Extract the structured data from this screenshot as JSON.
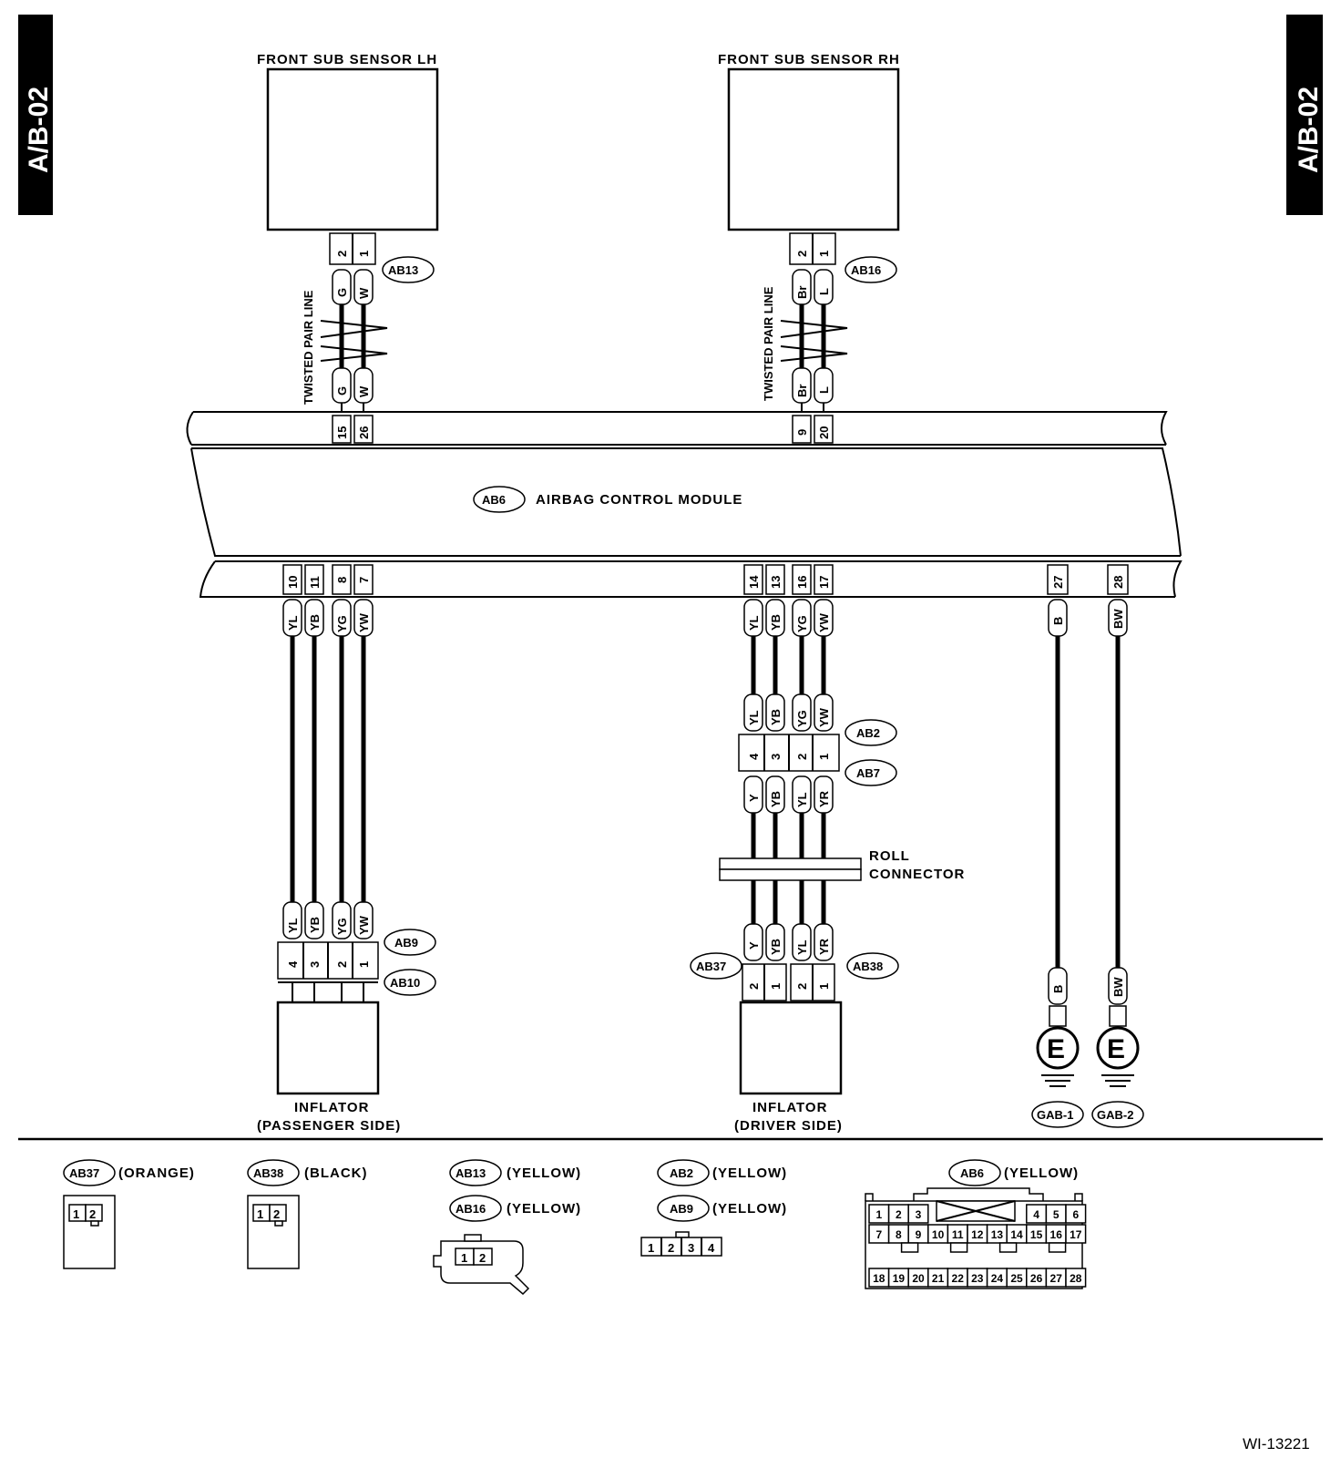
{
  "side_tab": "A/B-02",
  "sensors": {
    "lh": {
      "title": "FRONT SUB SENSOR LH",
      "connector": "AB13",
      "pins": [
        "2",
        "1"
      ],
      "colors": [
        "G",
        "W"
      ],
      "module_pins": [
        "15",
        "26"
      ]
    },
    "rh": {
      "title": "FRONT SUB SENSOR RH",
      "connector": "AB16",
      "pins": [
        "2",
        "1"
      ],
      "colors": [
        "Br",
        "L"
      ],
      "module_pins": [
        "9",
        "20"
      ]
    }
  },
  "twisted_label": "TWISTED PAIR LINE",
  "module": {
    "connector": "AB6",
    "title": "AIRBAG CONTROL MODULE"
  },
  "passenger": {
    "module_pins": [
      "10",
      "11",
      "8",
      "7"
    ],
    "colors": [
      "YL",
      "YB",
      "YG",
      "YW"
    ],
    "connector_pins": [
      "4",
      "3",
      "2",
      "1"
    ],
    "connector_a": "AB9",
    "connector_b": "AB10",
    "label1": "INFLATOR",
    "label2": "(PASSENGER SIDE)"
  },
  "driver": {
    "module_pins": [
      "14",
      "13",
      "16",
      "17"
    ],
    "colors": [
      "YL",
      "YB",
      "YG",
      "YW"
    ],
    "mid_pins": [
      "4",
      "3",
      "2",
      "1"
    ],
    "connector_a": "AB2",
    "connector_b": "AB7",
    "lower_colors": [
      "Y",
      "YB",
      "YL",
      "YR"
    ],
    "roll1": "ROLL",
    "roll2": "CONNECTOR",
    "left_connector": "AB37",
    "right_connector": "AB38",
    "inf_pins": [
      "2",
      "1",
      "2",
      "1"
    ],
    "label1": "INFLATOR",
    "label2": "(DRIVER SIDE)"
  },
  "grounds": [
    {
      "pin": "27",
      "color": "B",
      "symbol": "E",
      "label": "GAB-1"
    },
    {
      "pin": "28",
      "color": "BW",
      "symbol": "E",
      "label": "GAB-2"
    }
  ],
  "legend": {
    "ab37": {
      "code": "AB37",
      "color": "(ORANGE)",
      "pins": [
        "1",
        "2"
      ]
    },
    "ab38": {
      "code": "AB38",
      "color": "(BLACK)",
      "pins": [
        "1",
        "2"
      ]
    },
    "ab13": {
      "code": "AB13",
      "color": "(YELLOW)"
    },
    "ab16": {
      "code": "AB16",
      "color": "(YELLOW)",
      "pins": [
        "1",
        "2"
      ]
    },
    "ab2": {
      "code": "AB2",
      "color": "(YELLOW)"
    },
    "ab9": {
      "code": "AB9",
      "color": "(YELLOW)",
      "pins": [
        "1",
        "2",
        "3",
        "4"
      ]
    },
    "ab6": {
      "code": "AB6",
      "color": "(YELLOW)",
      "row1": [
        "1",
        "2",
        "3",
        "4",
        "5",
        "6"
      ],
      "row2": [
        "7",
        "8",
        "9",
        "10",
        "11",
        "12",
        "13",
        "14",
        "15",
        "16",
        "17"
      ],
      "row3": [
        "18",
        "19",
        "20",
        "21",
        "22",
        "23",
        "24",
        "25",
        "26",
        "27",
        "28"
      ]
    }
  },
  "footer_code": "WI-13221"
}
